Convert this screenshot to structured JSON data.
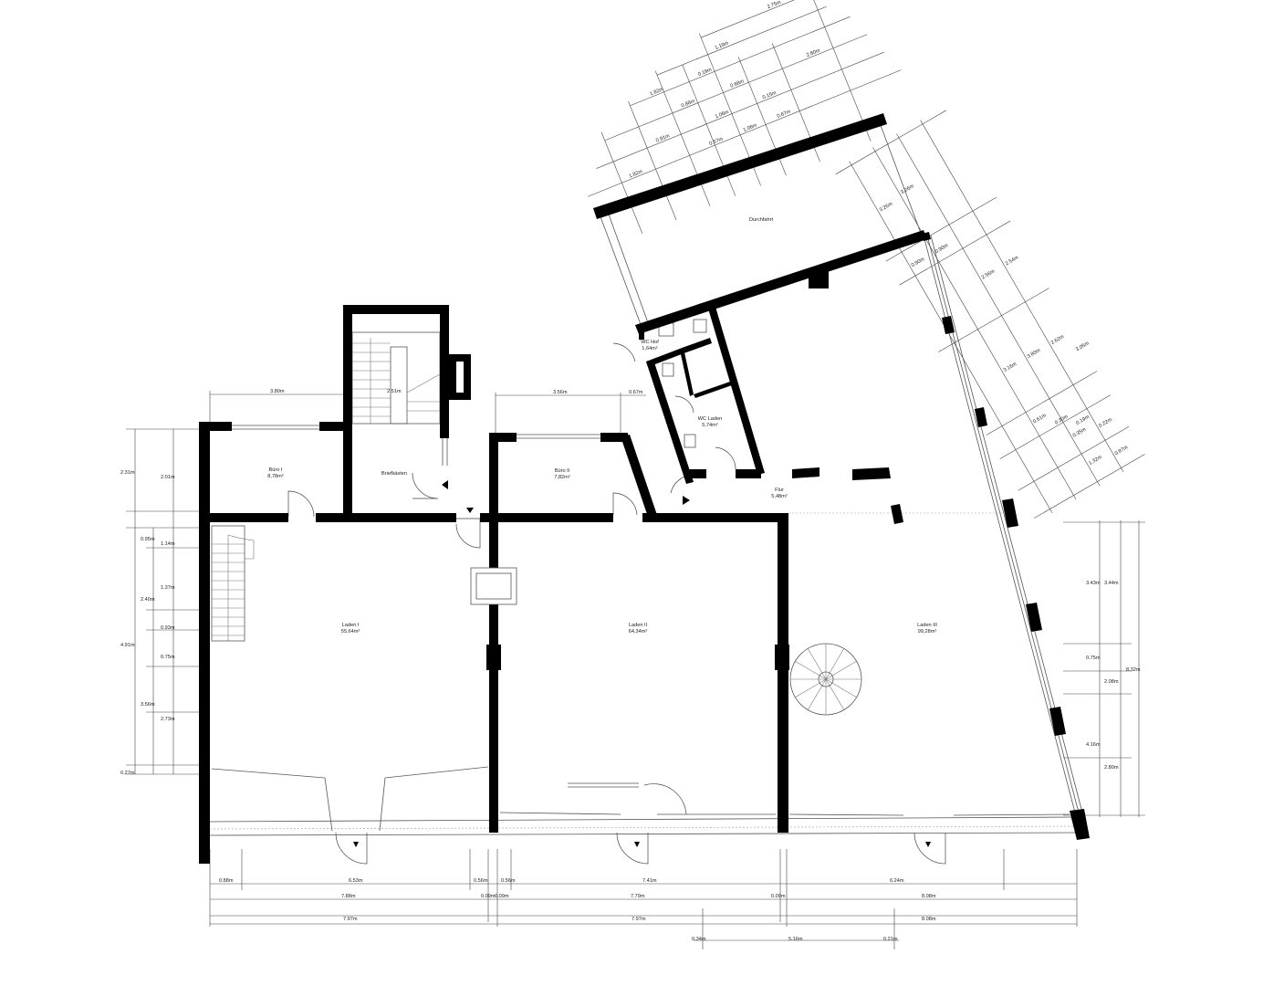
{
  "rooms": [
    {
      "id": "buero1",
      "name": "Büro I",
      "area": "8,78m²"
    },
    {
      "id": "briefkasten",
      "name": "Briefkästen",
      "area": ""
    },
    {
      "id": "buero2",
      "name": "Büro II",
      "area": "7,82m²"
    },
    {
      "id": "wchof",
      "name": "WC Hof",
      "area": "1,64m²"
    },
    {
      "id": "wcladen",
      "name": "WC Laden",
      "area": "5,74m²"
    },
    {
      "id": "flur",
      "name": "Flur",
      "area": "5,48m²"
    },
    {
      "id": "durchfahrt",
      "name": "Durchfahrt",
      "area": ""
    },
    {
      "id": "laden1",
      "name": "Laden I",
      "area": "55,64m²"
    },
    {
      "id": "laden2",
      "name": "Laden II",
      "area": "64,34m²"
    },
    {
      "id": "laden3",
      "name": "Laden III",
      "area": "99,28m²"
    }
  ],
  "dimensions": {
    "top_buero1": "3.80m",
    "stair_width": "2.51m",
    "top_buero2": "3.56m",
    "top_small": "0.67m",
    "left_a": "2.31m",
    "left_b": "2.01m",
    "left_c": "0.95m",
    "left_d": "1.14m",
    "left_e": "1.37m",
    "left_f": "2.40m",
    "left_g": "0.93m",
    "left_h": "4.91m",
    "left_i": "0.75m",
    "left_j": "3.56m",
    "left_k": "2.73m",
    "left_l": "0.27m",
    "right_a": "3.43m",
    "right_b": "3.44m",
    "right_c": "0.75m",
    "right_d": "2.08m",
    "right_e": "8.32m",
    "right_f": "4.16m",
    "right_g": "2.80m",
    "bot1_a": "0.88m",
    "bot1_b": "6.53m",
    "bot1_c": "0.56m",
    "bot1_d": "0.56m",
    "bot1_e": "7.41m",
    "bot1_f": "6.24m",
    "bot2_a": "7.88m",
    "bot2_b": "0.09m",
    "bot2_c": "0.09m",
    "bot2_d": "7.79m",
    "bot2_e": "0.09m",
    "bot2_f": "8.08m",
    "bot3_a": "7.97m",
    "bot3_b": "7.97m",
    "bot3_c": "8.08m",
    "bot4_a": "0.34m",
    "bot4_b": "5.16m",
    "bot4_c": "0.21m",
    "top_diag": [
      "2.75m",
      "1.19m",
      "1.82m",
      "0.19m",
      "0.68m",
      "2.60m",
      "0.88m",
      "0.15m",
      "0.91m",
      "1.06m",
      "0.67m",
      "1.82m",
      "1.06m",
      "0.57m"
    ],
    "right_diag": [
      "3.26m",
      "3.26m",
      "0.90m",
      "0.90m",
      "2.54m",
      "2.56m",
      "3.16m",
      "3.80m",
      "2.62m",
      "3.05m",
      "0.61m",
      "0.30m",
      "0.19m",
      "0.35m",
      "0.22m",
      "1.32m",
      "0.87m"
    ]
  }
}
